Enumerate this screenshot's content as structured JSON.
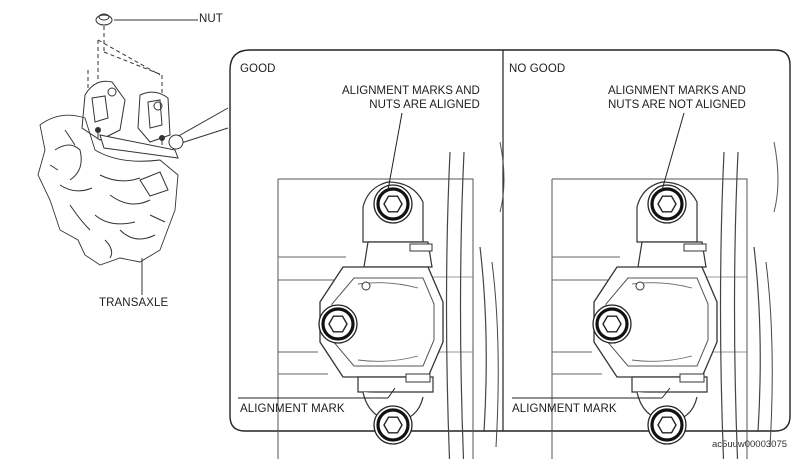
{
  "labels": {
    "nut": "NUT",
    "transaxle": "TRANSAXLE",
    "good_panel": {
      "heading": "GOOD",
      "callout_line1": "ALIGNMENT MARKS AND",
      "callout_line2": "NUTS ARE ALIGNED",
      "bottom": "ALIGNMENT MARK"
    },
    "no_good_panel": {
      "heading": "NO GOOD",
      "callout_line1": "ALIGNMENT MARKS AND",
      "callout_line2": "NUTS ARE NOT ALIGNED",
      "bottom": "ALIGNMENT MARK"
    }
  },
  "document_id": "ac5uuw00003075"
}
